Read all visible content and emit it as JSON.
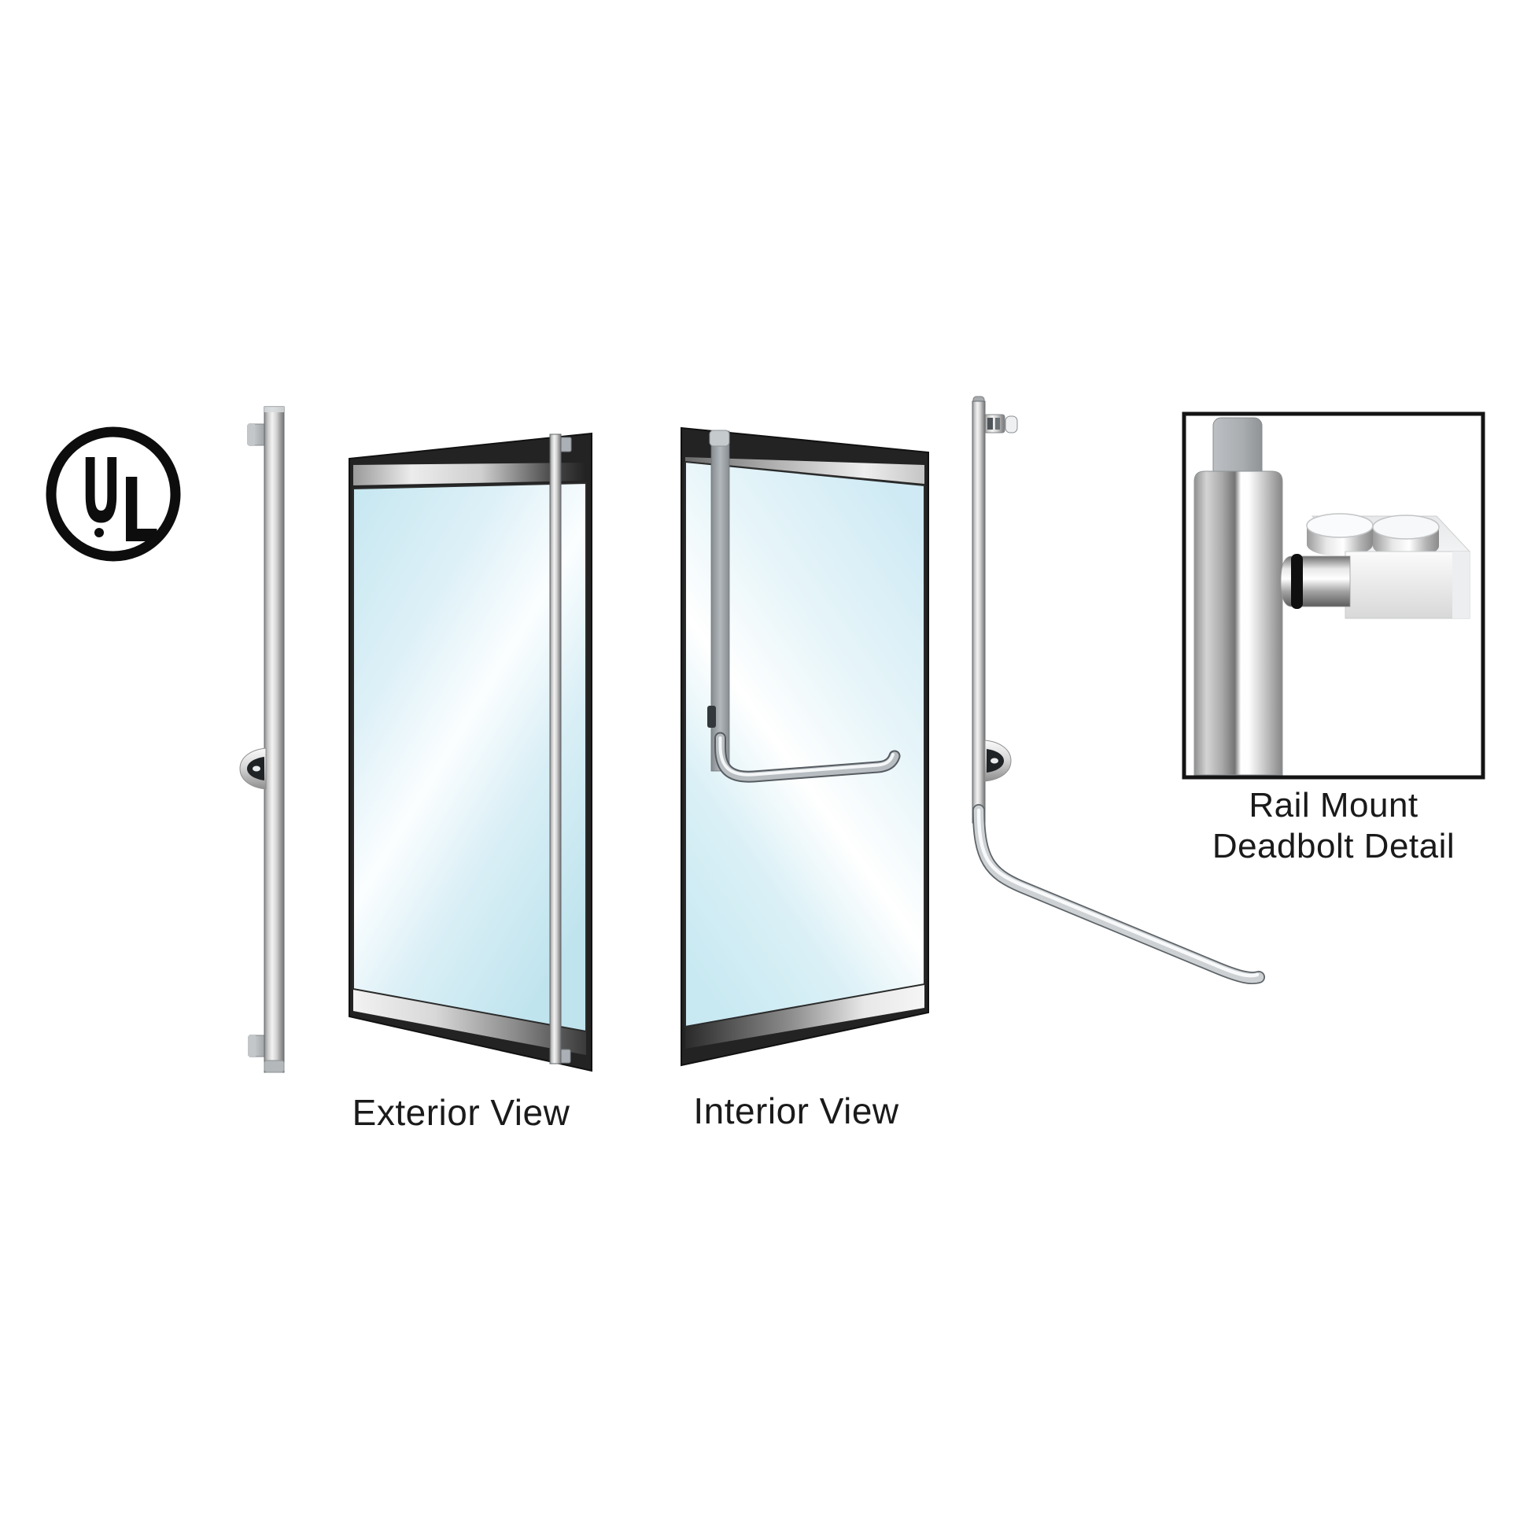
{
  "illustration": {
    "background": "#ffffff",
    "ul_mark": {
      "u": "U",
      "l": "L"
    },
    "labels": {
      "exterior_view": "Exterior View",
      "interior_view": "Interior View",
      "detail_caption_line1": "Rail Mount",
      "detail_caption_line2": "Deadbolt Detail"
    },
    "colors": {
      "glass_tint": "#cde9f3",
      "glass_highlight": "#ffffff",
      "door_frame": "#1f1f1f",
      "metal_highlight": "#f3f3f3",
      "metal_mid": "#c6c6c6",
      "metal_shadow": "#7c7c7c",
      "caption_text": "#1a1a1a",
      "logo": "#0d0d0d"
    }
  }
}
